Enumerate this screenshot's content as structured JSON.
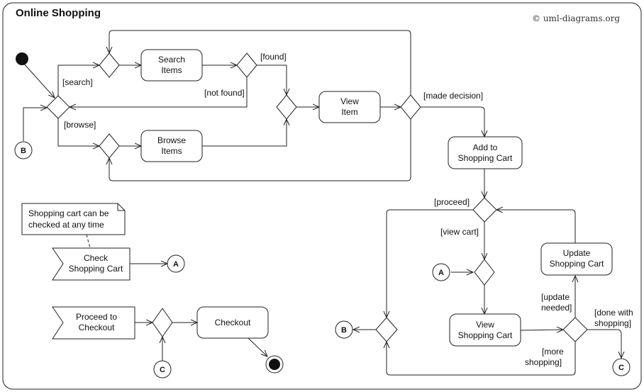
{
  "diagram": {
    "title": "Online Shopping",
    "copyright": "© uml-diagrams.org",
    "actions": {
      "search": [
        "Search",
        "Items"
      ],
      "browse": [
        "Browse",
        "Items"
      ],
      "view_item": [
        "View",
        "Item"
      ],
      "add_to_cart": [
        "Add to",
        "Shopping Cart"
      ],
      "update_cart": [
        "Update",
        "Shopping Cart"
      ],
      "view_cart": [
        "View",
        "Shopping Cart"
      ],
      "checkout": [
        "Checkout"
      ]
    },
    "signals": {
      "check_cart": [
        "Check",
        "Shopping Cart"
      ],
      "proceed": [
        "Proceed to",
        "Checkout"
      ]
    },
    "note": [
      "Shopping cart can be",
      "checked at any time"
    ],
    "guards": {
      "search": "[search]",
      "browse": "[browse]",
      "found": "[found]",
      "not_found": "[not found]",
      "made_decision": "[made decision]",
      "proceed": "[proceed]",
      "view_cart": "[view cart]",
      "update_needed": [
        "[update",
        "needed]"
      ],
      "done_shopping": [
        "[done with",
        "shopping]"
      ],
      "more_shopping": [
        "[more",
        "shopping]"
      ]
    },
    "connectors": {
      "a": "A",
      "b": "B",
      "c": "C"
    }
  }
}
